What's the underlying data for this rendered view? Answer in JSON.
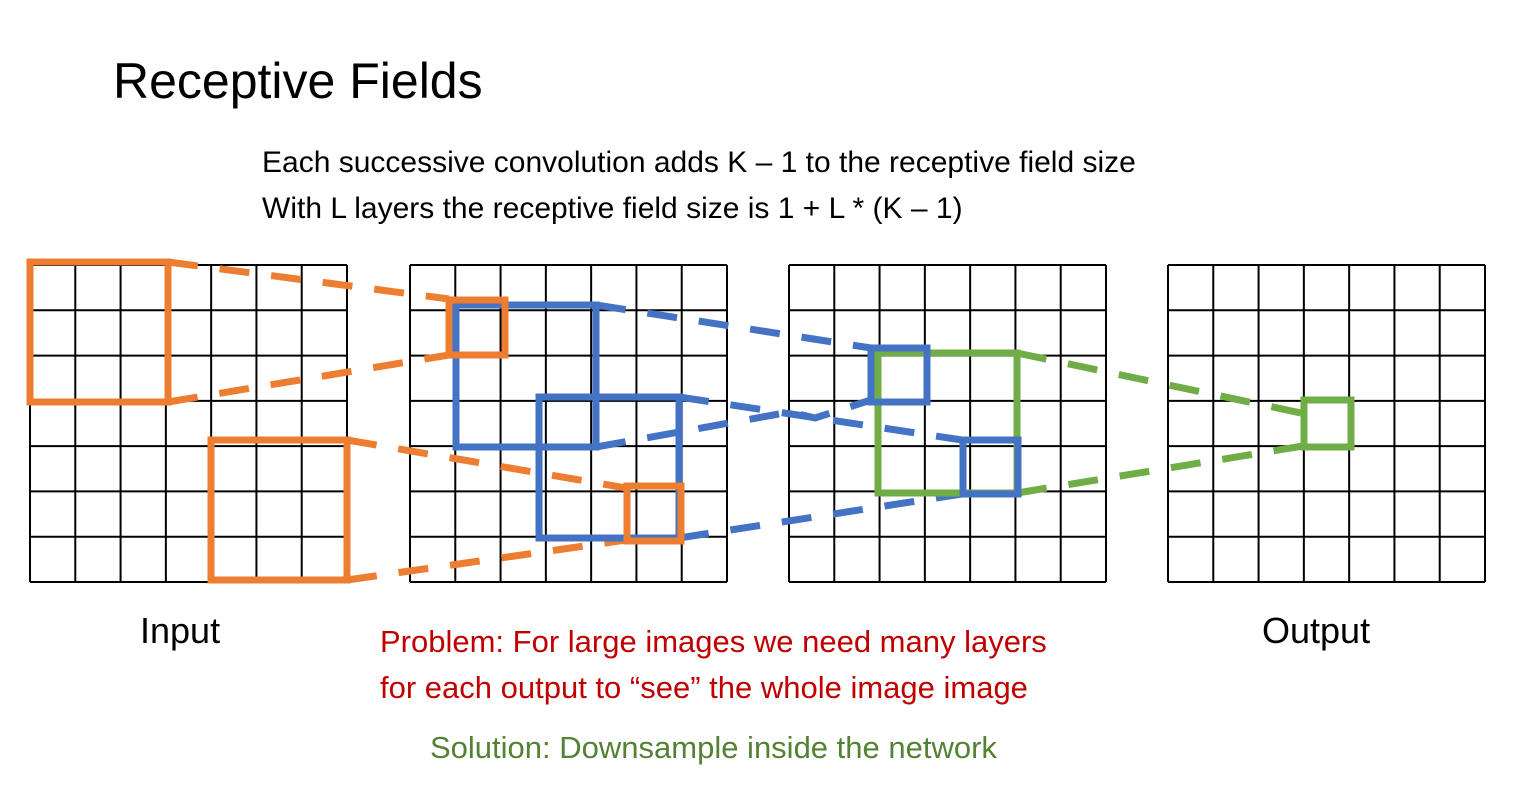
{
  "title": "Receptive Fields",
  "lines": [
    "Each successive convolution adds K – 1 to the receptive field size",
    "With L layers the receptive field size is 1 + L * (K – 1)"
  ],
  "labels": {
    "input": "Input",
    "output": "Output"
  },
  "problem": [
    "Problem: For large images we need many layers",
    "for each output to “see” the whole image image"
  ],
  "solution": "Solution: Downsample inside the network",
  "colors": {
    "orange": "#ED7D31",
    "blue": "#4472C4",
    "green": "#70AD47",
    "problem": "#C00000",
    "solution": "#548235"
  },
  "grid_size": 7
}
